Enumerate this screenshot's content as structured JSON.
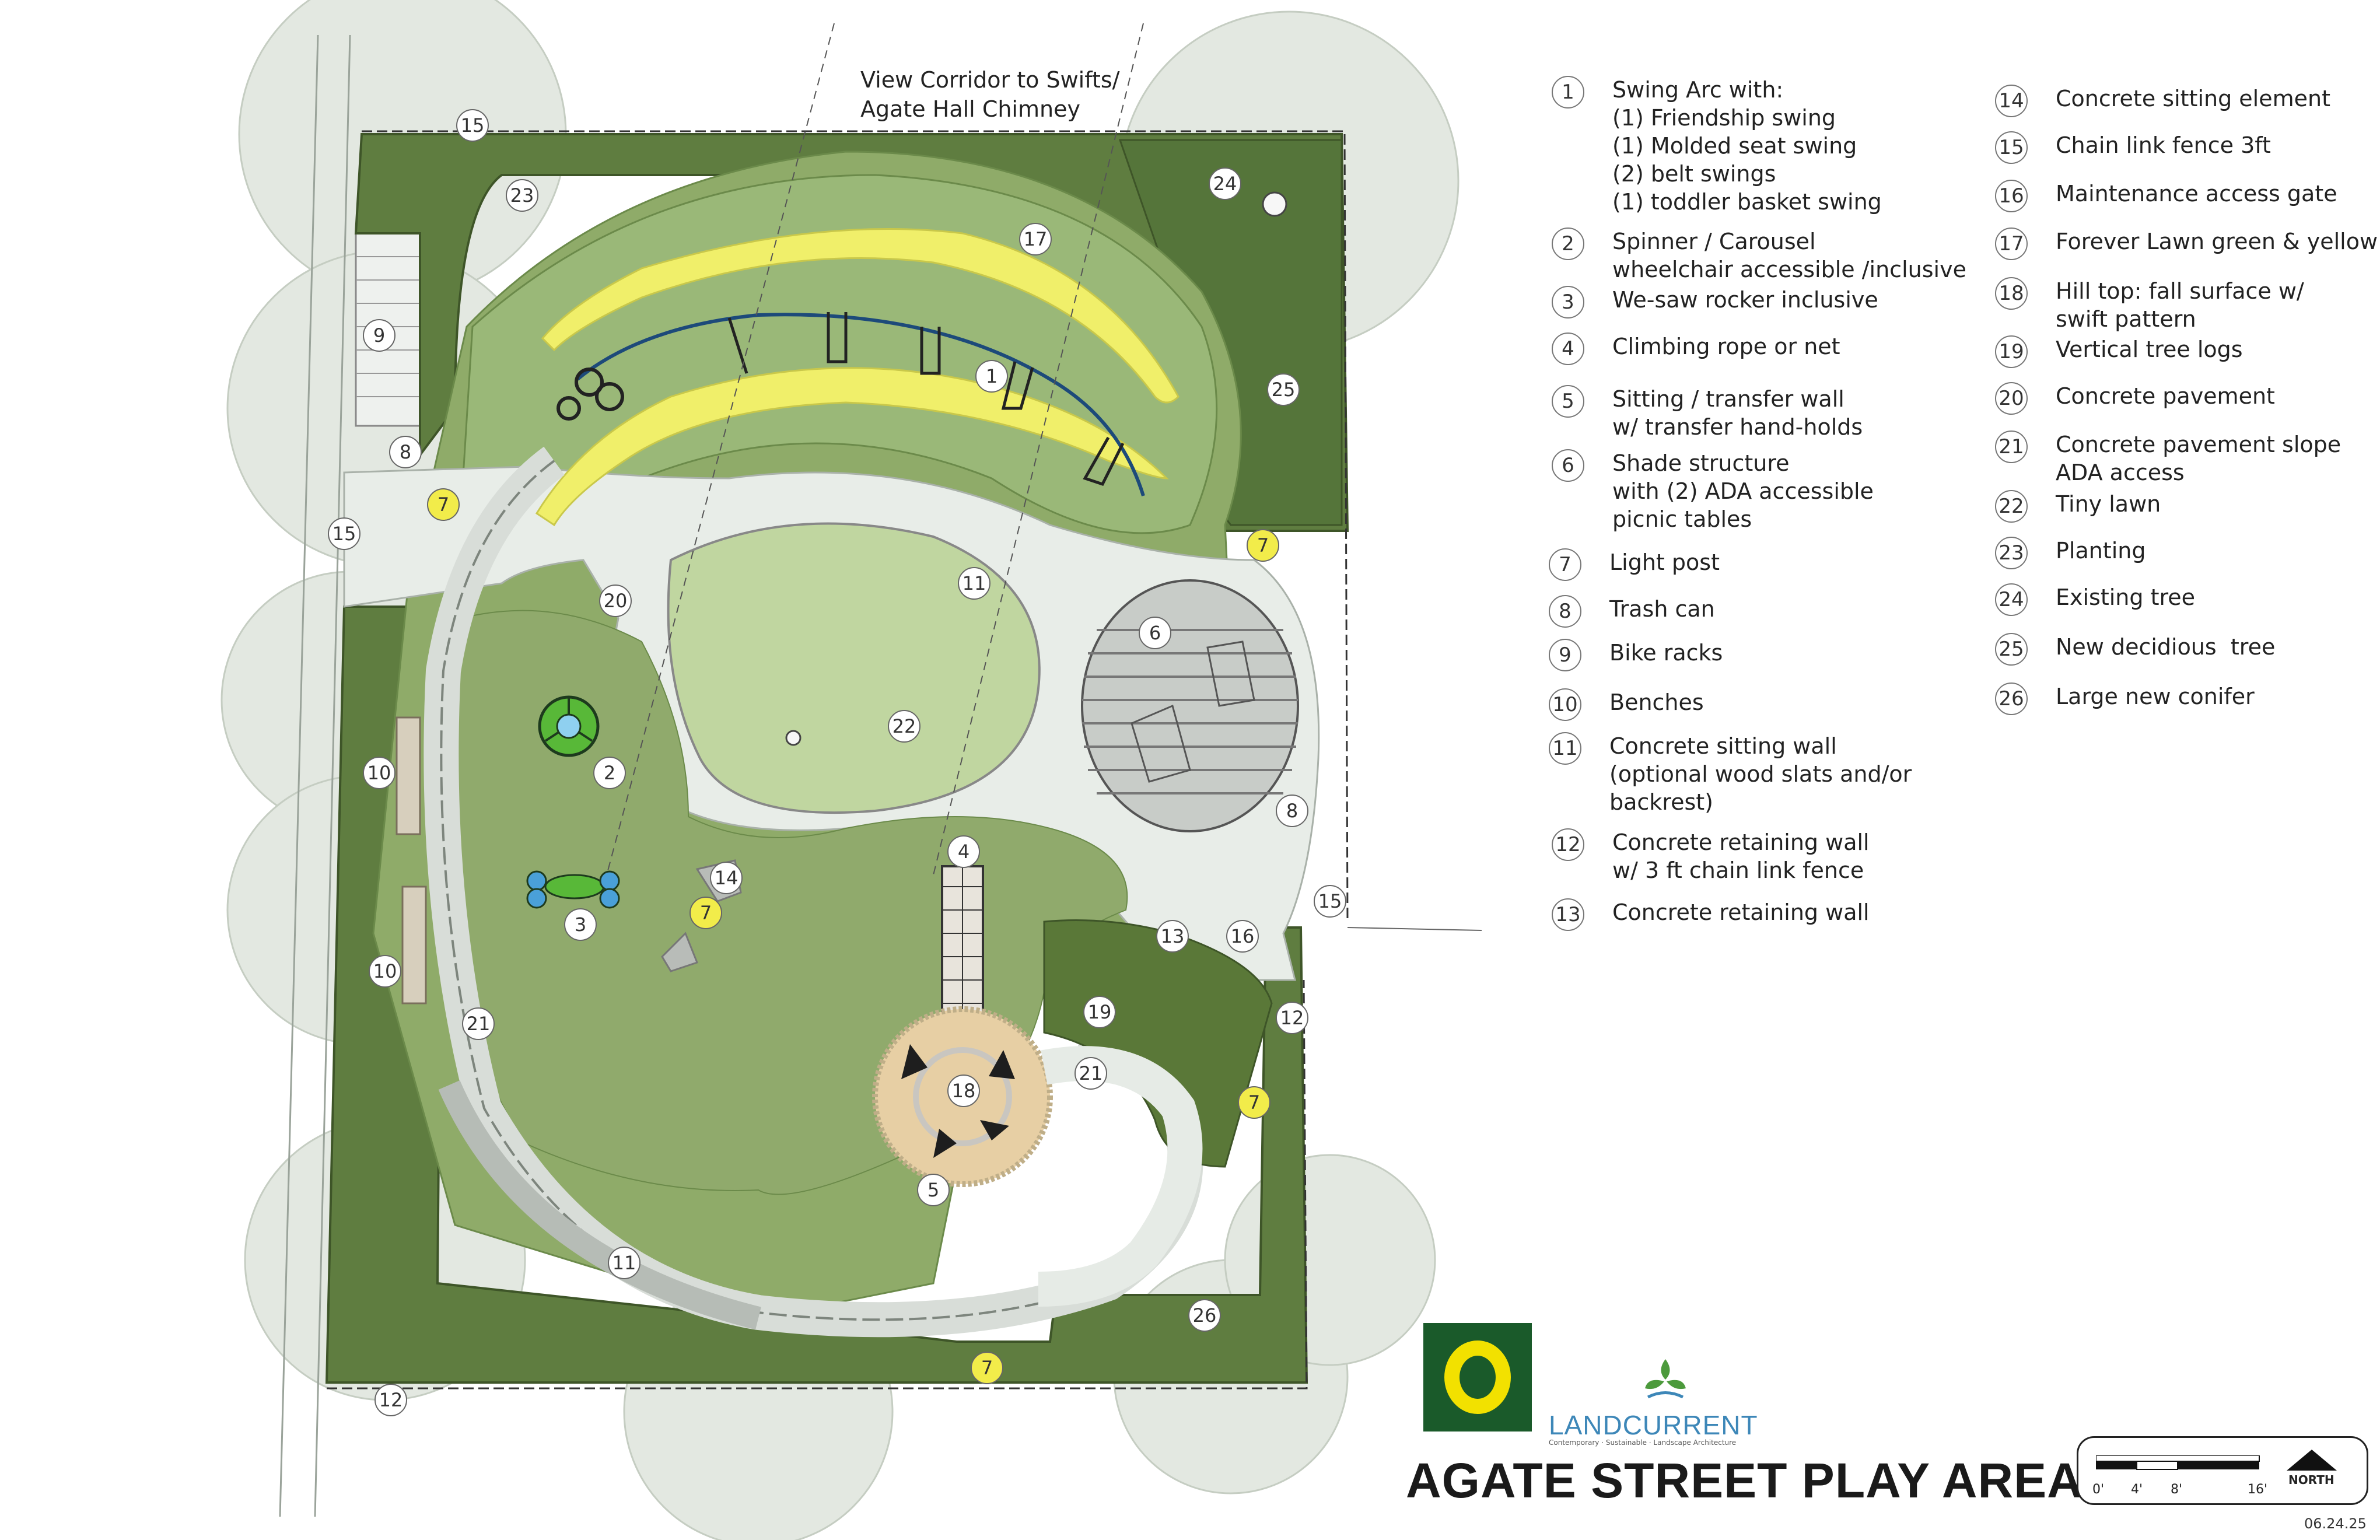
{
  "title": "AGATE STREET PLAY AREA",
  "date": "06.24.25",
  "view_corridor_label_1": "View Corridor to Swifts/",
  "view_corridor_label_2": "Agate Hall Chimney",
  "logos": {
    "landcurrent_name": "LANDCURRENT",
    "landcurrent_tagline": "Contemporary · Sustainable · Landscape Architecture"
  },
  "scale_bar": {
    "ticks": [
      "0'",
      "4'",
      "8'",
      "16'"
    ],
    "north": "NORTH"
  },
  "colors": {
    "planting_dark": "#5c7a3c",
    "lawn_mid": "#8fac6a",
    "lawn_light": "#c0d6a0",
    "pavement": "#e6ebe6",
    "swift_yellow": "#f0ef6a",
    "fall_surface": "#e7cfa4",
    "uo_green": "#1a5a2a",
    "uo_yellow": "#f2e100",
    "landcurrent_blue": "#3d87b8"
  },
  "legend": [
    {
      "n": "1",
      "text": "Swing Arc with:\n(1) Friendship swing\n(1) Molded seat swing\n(2) belt swings\n(1) toddler basket swing"
    },
    {
      "n": "2",
      "text": "Spinner / Carousel\nwheelchair accessible /inclusive"
    },
    {
      "n": "3",
      "text": "We-saw rocker inclusive"
    },
    {
      "n": "4",
      "text": "Climbing rope or net"
    },
    {
      "n": "5",
      "text": "Sitting / transfer wall\nw/ transfer hand-holds"
    },
    {
      "n": "6",
      "text": "Shade structure\nwith (2) ADA accessible\npicnic tables"
    },
    {
      "n": "7",
      "text": "Light post"
    },
    {
      "n": "8",
      "text": "Trash can"
    },
    {
      "n": "9",
      "text": "Bike racks"
    },
    {
      "n": "10",
      "text": "Benches"
    },
    {
      "n": "11",
      "text": "Concrete sitting wall\n(optional wood slats and/or\nbackrest)"
    },
    {
      "n": "12",
      "text": "Concrete retaining wall\nw/ 3 ft chain link fence"
    },
    {
      "n": "13",
      "text": "Concrete retaining wall"
    },
    {
      "n": "14",
      "text": "Concrete sitting element"
    },
    {
      "n": "15",
      "text": "Chain link fence 3ft"
    },
    {
      "n": "16",
      "text": "Maintenance access gate"
    },
    {
      "n": "17",
      "text": "Forever Lawn green & yellow"
    },
    {
      "n": "18",
      "text": "Hill top: fall surface w/\nswift pattern"
    },
    {
      "n": "19",
      "text": "Vertical tree logs"
    },
    {
      "n": "20",
      "text": "Concrete pavement"
    },
    {
      "n": "21",
      "text": "Concrete pavement slope\nADA access"
    },
    {
      "n": "22",
      "text": "Tiny lawn"
    },
    {
      "n": "23",
      "text": "Planting"
    },
    {
      "n": "24",
      "text": "Existing tree"
    },
    {
      "n": "25",
      "text": "New decidious  tree"
    },
    {
      "n": "26",
      "text": "Large new conifer"
    }
  ],
  "map_callouts": [
    "15",
    "23",
    "24",
    "17",
    "9",
    "1",
    "25",
    "8",
    "7",
    "15",
    "7",
    "20",
    "11",
    "6",
    "22",
    "10",
    "2",
    "8",
    "4",
    "3",
    "14",
    "7",
    "15",
    "13",
    "16",
    "10",
    "12",
    "19",
    "21",
    "21",
    "7",
    "18",
    "5",
    "11",
    "26",
    "12",
    "7"
  ]
}
